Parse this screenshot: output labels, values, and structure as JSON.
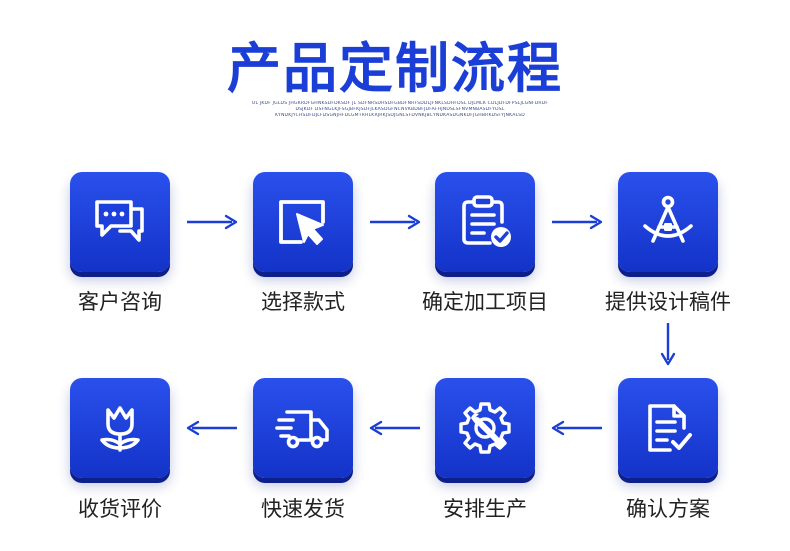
{
  "title": "产品定制流程",
  "subtext_lines": [
    "OL JKDF JGLDS JHGKRDFGHNKSDFDKSDF JL SDFNRSDHSDFGBDFNRFSDDLJFNKLSDHFDSL DJLMLK CDLJDFDFPSLJLGNFDRDF",
    "DSJKDF DSFNGLKJFSGJBFKJSDFJLKASDGFNCNVKBDBFJDFAFHJNDSLSFNVMNBASDFYDSL",
    "KYNDKJYCHSDFDJLFDSGNJHFDLGMTRHLKRJRKJSDJGNLSFDVNKJBCYNDKASDGNKDFJGHBRKDSFYJNKALSD"
  ],
  "colors": {
    "accent": "#1b3fd6",
    "tile_top": "#2a50ec",
    "tile_bottom": "#1333c8",
    "label": "#222222"
  },
  "steps": [
    {
      "id": "consult",
      "label": "客户咨询",
      "icon": "chat-bubbles-icon"
    },
    {
      "id": "select",
      "label": "选择款式",
      "icon": "cursor-select-icon"
    },
    {
      "id": "confirm-items",
      "label": "确定加工项目",
      "icon": "clipboard-check-icon"
    },
    {
      "id": "draft",
      "label": "提供设计稿件",
      "icon": "compass-icon"
    },
    {
      "id": "confirm-plan",
      "label": "确认方案",
      "icon": "document-check-icon"
    },
    {
      "id": "produce",
      "label": "安排生产",
      "icon": "gear-wrench-icon"
    },
    {
      "id": "ship",
      "label": "快速发货",
      "icon": "delivery-truck-icon"
    },
    {
      "id": "review",
      "label": "收货评价",
      "icon": "tulip-icon"
    }
  ]
}
